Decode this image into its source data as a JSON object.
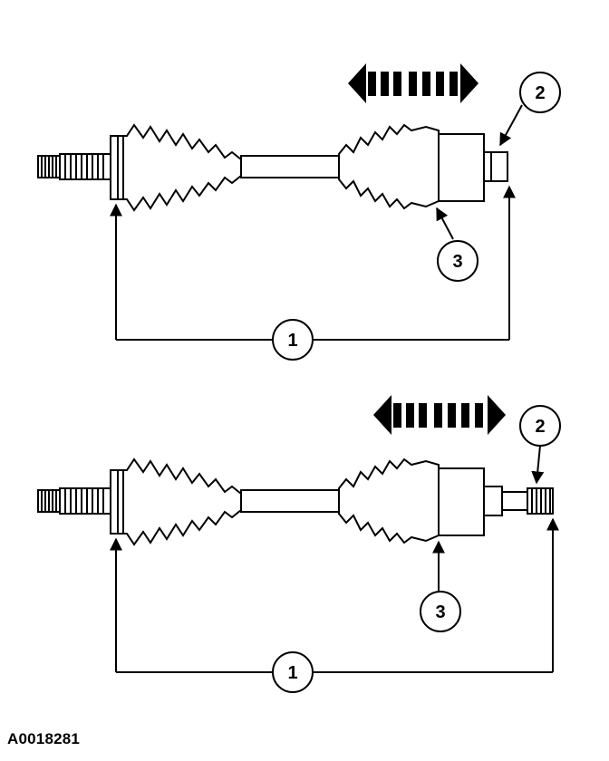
{
  "figure_id": "A0018281",
  "upper_view": {
    "callouts": [
      {
        "number": "1"
      },
      {
        "number": "2"
      },
      {
        "number": "3"
      }
    ]
  },
  "lower_view": {
    "callouts": [
      {
        "number": "1"
      },
      {
        "number": "2"
      },
      {
        "number": "3"
      }
    ]
  },
  "colors": {
    "ink": "#000000",
    "paper": "#ffffff"
  }
}
